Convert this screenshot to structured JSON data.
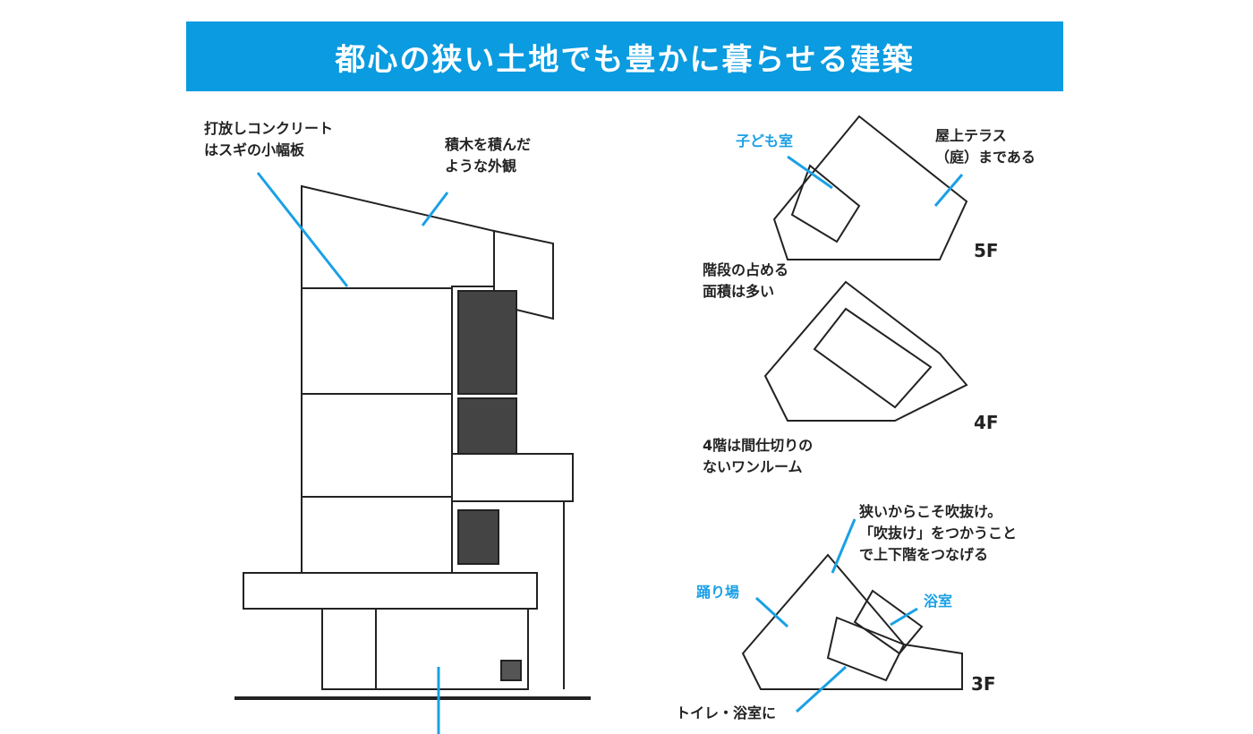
{
  "title": "都心の狭い土地でも豊かに暮らせる建築",
  "elevation_labels": {
    "concrete": [
      "打放しコンクリート",
      "はスギの小幅板"
    ],
    "blocks": [
      "積木を積んだ",
      "ような外観"
    ]
  },
  "plan_labels": {
    "kids_room": "子ども室",
    "roof_terrace": [
      "屋上テラス",
      "（庭）まである"
    ],
    "stairs_area": [
      "階段の占める",
      "面積は多い"
    ],
    "one_room": [
      "4階は間仕切りの",
      "ないワンルーム"
    ],
    "void": [
      "狭いからこそ吹抜け。",
      "「吹抜け」をつかうこと",
      "で上下階をつなげる"
    ],
    "landing": "踊り場",
    "bathroom": "浴室",
    "toilet": "トイレ・浴室に"
  },
  "floors": [
    "5F",
    "4F",
    "3F"
  ],
  "colors": {
    "accent": "#0a9be0",
    "leader": "#1aa0e6"
  }
}
